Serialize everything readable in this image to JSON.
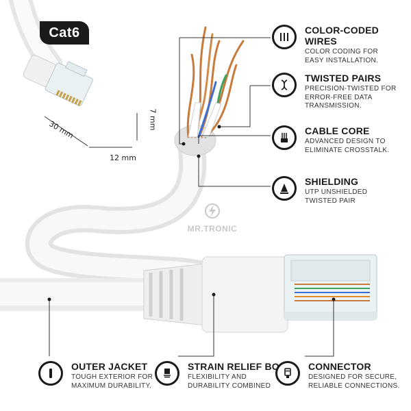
{
  "badge": "Cat6",
  "dimensions": {
    "width": "30 mm",
    "depth": "12 mm",
    "height": "7 mm"
  },
  "logo": {
    "text": "MR.TRONIC",
    "icon": "lightning-bolt-logo-icon"
  },
  "features": [
    {
      "title": "COLOR-CODED WIRES",
      "desc": [
        "COLOR CODING FOR",
        "EASY INSTALLATION."
      ],
      "icon": "colored-wires-icon"
    },
    {
      "title": "TWISTED PAIRS",
      "desc": [
        "PRECISION-TWISTED FOR",
        "ERROR-FREE DATA",
        "TRANSMISSION."
      ],
      "icon": "twisted-pair-icon"
    },
    {
      "title": "CABLE CORE",
      "desc": [
        "ADVANCED DESIGN TO",
        "ELIMINATE CROSSTALK."
      ],
      "icon": "cable-core-icon"
    },
    {
      "title": "SHIELDING",
      "desc": [
        "UTP UNSHIELDED",
        "TWISTED PAIR"
      ],
      "icon": "shielding-icon"
    },
    {
      "title": "OUTER JACKET",
      "desc": [
        "TOUGH EXTERIOR FOR",
        "MAXIMUM DURABILITY."
      ],
      "icon": "outer-jacket-icon"
    },
    {
      "title": "STRAIN RELIEF BOOT",
      "desc": [
        "FLEXIBILITY AND",
        "DURABILITY COMBINED"
      ],
      "icon": "strain-relief-icon"
    },
    {
      "title": "CONNECTOR",
      "desc": [
        "DESIGNED FOR SECURE,",
        "RELIABLE CONNECTIONS."
      ],
      "icon": "connector-icon"
    }
  ],
  "colors": {
    "cable": "#f2f2f2",
    "copper": "#c87a3a",
    "ink": "#1a1a1a",
    "green": "#3da35d",
    "blue": "#3b6fd1"
  }
}
